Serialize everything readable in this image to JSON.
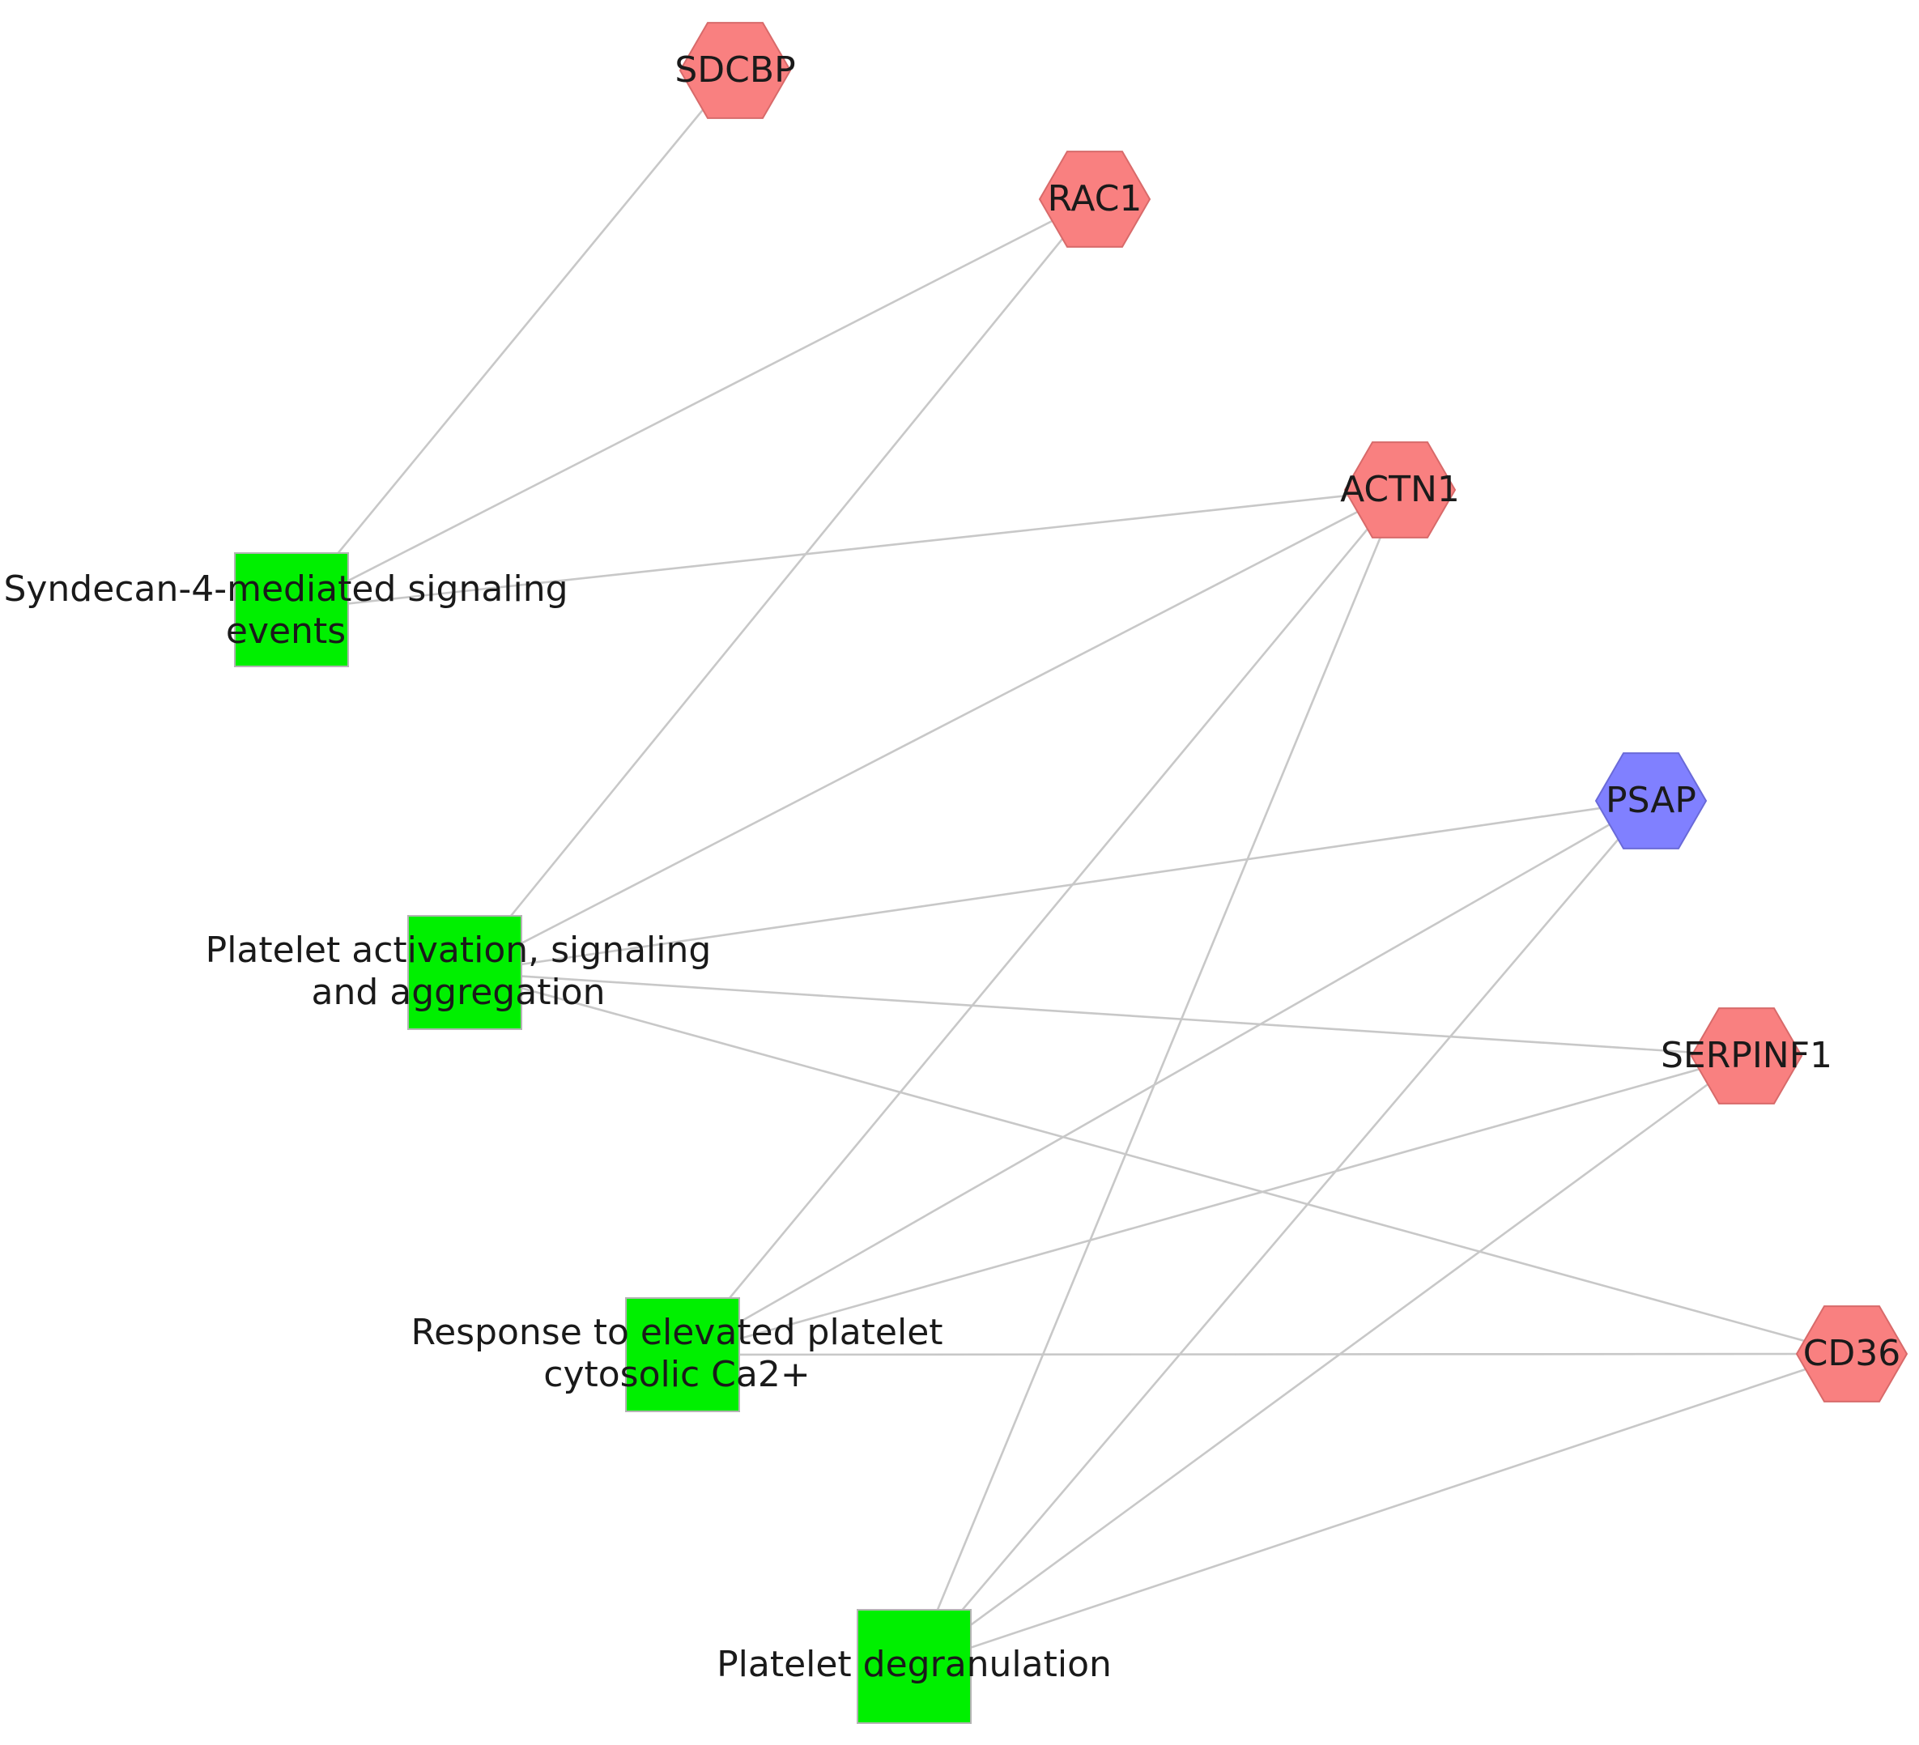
{
  "colors": {
    "pathway": "#00f000",
    "gene_up": "#f98080",
    "gene_up_border": "#d86a6a",
    "gene_down": "#8080ff",
    "gene_down_border": "#6a6ad8",
    "edge": "#c8c8c8"
  },
  "pathways": [
    {
      "id": "syndecan",
      "lines": [
        "Syndecan-4-mediated signaling",
        "events"
      ]
    },
    {
      "id": "platelet_activation",
      "lines": [
        "Platelet activation, signaling",
        "and aggregation"
      ]
    },
    {
      "id": "calcium",
      "lines": [
        "Response to elevated platelet",
        "cytosolic Ca2+"
      ]
    },
    {
      "id": "degranulation",
      "lines": [
        "Platelet degranulation"
      ]
    }
  ],
  "genes": [
    {
      "id": "SDCBP",
      "label": "SDCBP",
      "regulation": "up"
    },
    {
      "id": "RAC1",
      "label": "RAC1",
      "regulation": "up"
    },
    {
      "id": "ACTN1",
      "label": "ACTN1",
      "regulation": "up"
    },
    {
      "id": "PSAP",
      "label": "PSAP",
      "regulation": "down"
    },
    {
      "id": "SERPINF1",
      "label": "SERPINF1",
      "regulation": "up"
    },
    {
      "id": "CD36",
      "label": "CD36",
      "regulation": "up"
    }
  ],
  "edges": [
    [
      "syndecan",
      "SDCBP"
    ],
    [
      "syndecan",
      "RAC1"
    ],
    [
      "syndecan",
      "ACTN1"
    ],
    [
      "platelet_activation",
      "RAC1"
    ],
    [
      "platelet_activation",
      "ACTN1"
    ],
    [
      "platelet_activation",
      "PSAP"
    ],
    [
      "platelet_activation",
      "SERPINF1"
    ],
    [
      "platelet_activation",
      "CD36"
    ],
    [
      "calcium",
      "ACTN1"
    ],
    [
      "calcium",
      "PSAP"
    ],
    [
      "calcium",
      "SERPINF1"
    ],
    [
      "calcium",
      "CD36"
    ],
    [
      "degranulation",
      "ACTN1"
    ],
    [
      "degranulation",
      "PSAP"
    ],
    [
      "degranulation",
      "SERPINF1"
    ],
    [
      "degranulation",
      "CD36"
    ]
  ]
}
